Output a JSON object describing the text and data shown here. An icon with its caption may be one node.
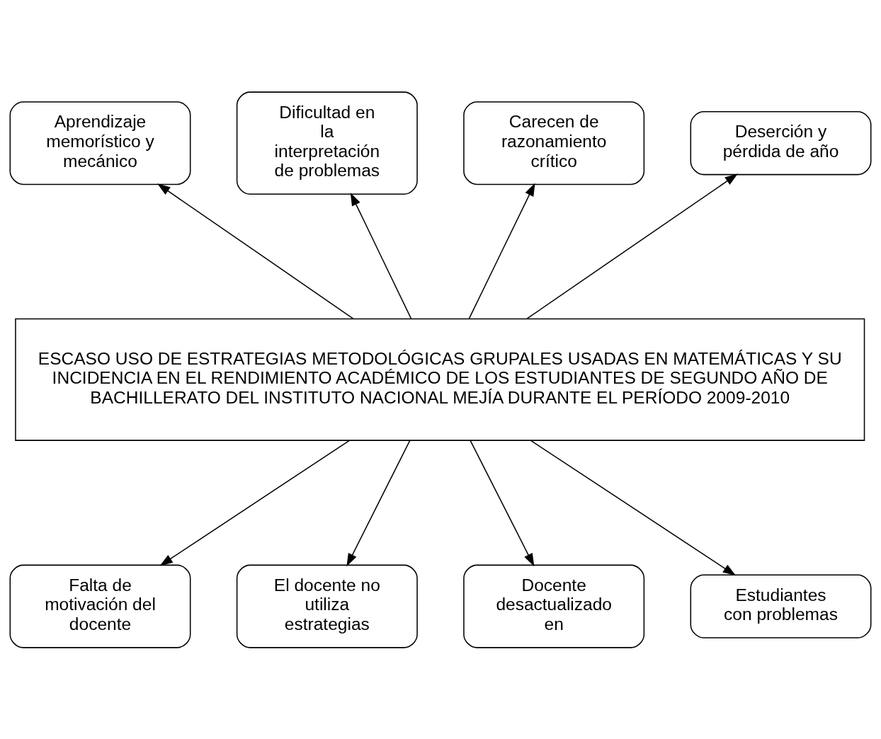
{
  "diagram": {
    "nodes": [
      {
        "text": [
          "Aprendizaje memorístico y mecánico"
        ]
      },
      {
        "text": [
          "Dificultad en la interpretación de problemas"
        ]
      },
      {
        "text": [
          "Carecen de razonamiento crítico"
        ]
      },
      {
        "text": [
          "Deserción y pérdida de año"
        ]
      },
      {
        "text": [
          "ESCASO USO DE ESTRATEGIAS METODOLÓGICAS GRUPALES USADAS EN MATEMÁTICAS Y SU INCIDENCIA EN EL RENDIMIENTO ACADÉMICO DE LOS ESTUDIANTES DE SEGUNDO AÑO DE BACHILLERATO DEL INSTITUTO NACIONAL MEJÍA DURANTE EL PERÍODO 2009-2010"
        ]
      },
      {
        "text": [
          "Falta de motivación del docente"
        ]
      },
      {
        "text": [
          "El docente no utiliza estrategias"
        ]
      },
      {
        "text": [
          "Docente desactualizado en"
        ]
      },
      {
        "text": [
          "Estudiantes con problemas"
        ]
      }
    ],
    "edges": [
      {
        "from": 4,
        "to": 0,
        "arrow": "to"
      },
      {
        "from": 4,
        "to": 1,
        "arrow": "to"
      },
      {
        "from": 4,
        "to": 2,
        "arrow": "to"
      },
      {
        "from": 4,
        "to": 3,
        "arrow": "to"
      },
      {
        "from": 4,
        "to": 5,
        "arrow": "to"
      },
      {
        "from": 4,
        "to": 6,
        "arrow": "to"
      },
      {
        "from": 4,
        "to": 7,
        "arrow": "to"
      },
      {
        "from": 4,
        "to": 8,
        "arrow": "to"
      }
    ]
  }
}
